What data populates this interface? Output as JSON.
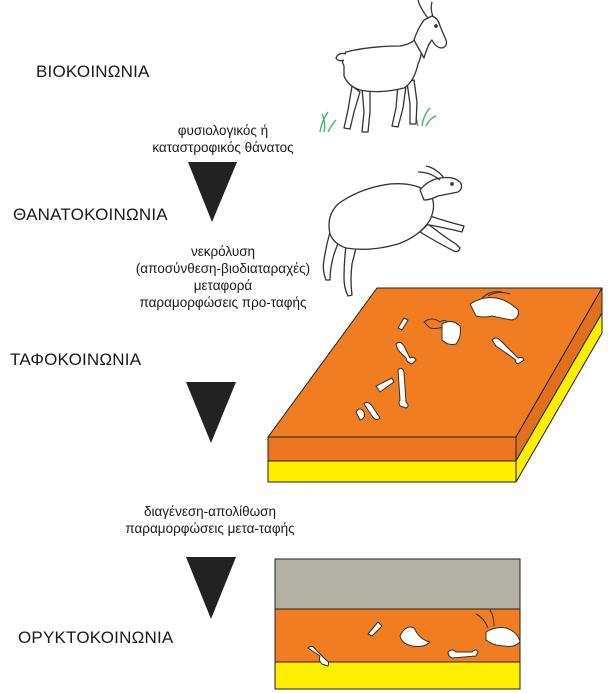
{
  "stages": {
    "biocoenosis": "ΒΙΟΚΟΙΝΩΝΙΑ",
    "thanatocoenosis": "ΘΑΝΑΤΟΚΟΙΝΩΝΙΑ",
    "taphocoenosis": "ΤΑΦΟΚΟΙΝΩΝΙΑ",
    "oryctocoenosis": "ΟΡΥΚΤΟΚΟΙΝΩΝΙΑ"
  },
  "processes": {
    "death": [
      "φυσιολογικός ή",
      "καταστροφικός θάνατος"
    ],
    "decay": [
      "νεκρόλυση",
      "(αποσύνθεση-βιοδιαταραχές)",
      "μεταφορά",
      "παραμορφώσεις προ-ταφής"
    ],
    "diagenesis": [
      "διαγένεση-απολίθωση",
      "παραμορφώσεις μετα-ταφής"
    ]
  },
  "colors": {
    "sediment_orange": "#f07d22",
    "sediment_orange_dark": "#e0701b",
    "sediment_yellow": "#ffee00",
    "overburden_gray": "#b3b1a5",
    "arrow": "#222222",
    "grass": "#4fb870"
  }
}
